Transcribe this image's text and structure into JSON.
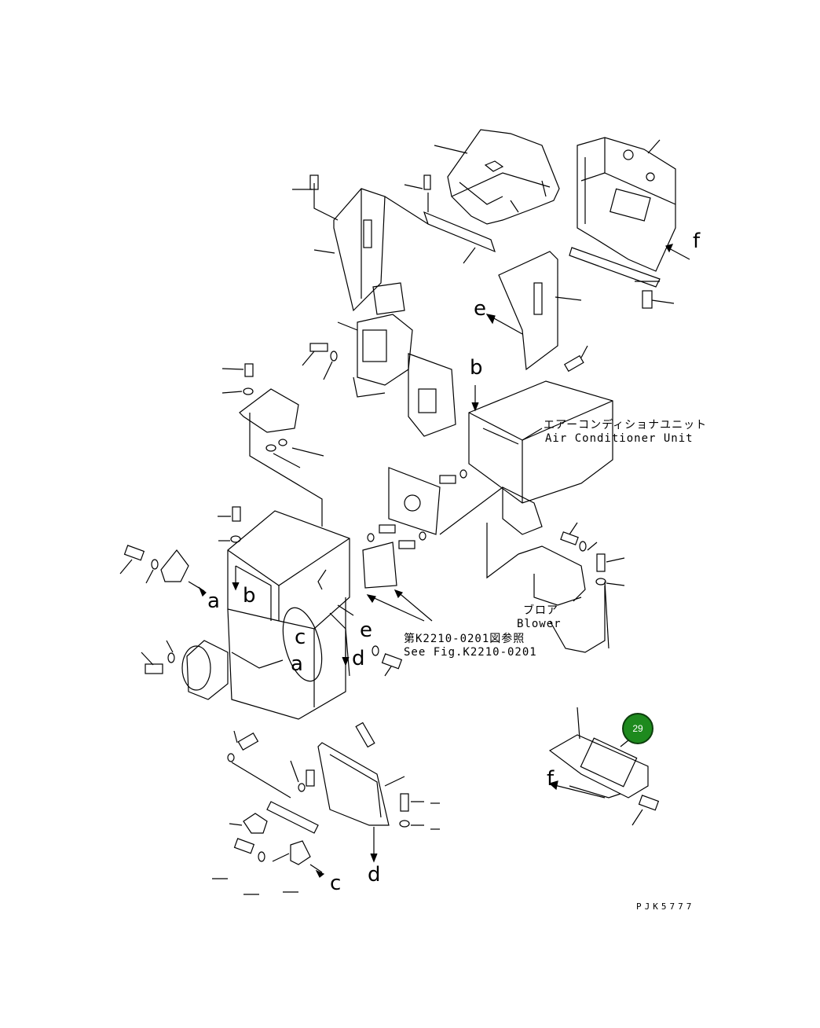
{
  "labels": {
    "air_conditioner_jp": "エアーコンディショナユニット",
    "air_conditioner_en": "Air Conditioner Unit",
    "blower_jp": "ブロア",
    "blower_en": "Blower",
    "see_fig_jp": "第K2210-0201図参照",
    "see_fig_en": "See Fig.K2210-0201"
  },
  "reference_letters": {
    "a_left": "a",
    "a_center": "a",
    "b_top": "b",
    "b_box": "b",
    "c_center": "c",
    "c_bottom": "c",
    "d_center": "d",
    "d_bottom": "d",
    "e_top": "e",
    "e_center": "e",
    "f_top": "f",
    "f_bottom": "f"
  },
  "callout": {
    "number": "29",
    "color": "#1e8a1e"
  },
  "drawing_code": "PJK5777"
}
